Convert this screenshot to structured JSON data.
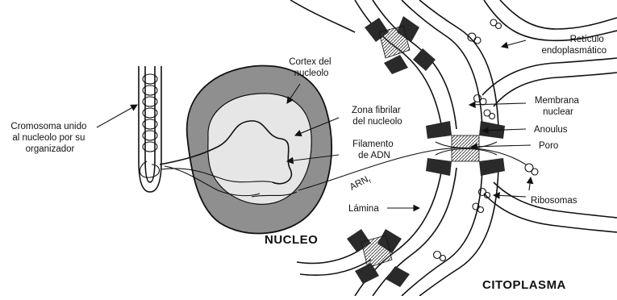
{
  "labels": {
    "cromosoma": [
      "Cromosoma unido",
      "al nucleolo por su",
      "organizador"
    ],
    "cortex": [
      "Cortex del",
      "nucleolo"
    ],
    "zona_fibrilar": [
      "Zona fibrilar",
      "del nucleolo"
    ],
    "filamento": [
      "Filamento",
      "de ADN"
    ],
    "arn": "ARN",
    "arn_sub": "r",
    "lamina": "Lámina",
    "reticulo": [
      "Retículo",
      "endoplasmático"
    ],
    "membrana": [
      "Membrana",
      "nuclear"
    ],
    "anoulus": "Anoulus",
    "poro": "Poro",
    "ribosomas": "Ribosomas"
  },
  "regions": {
    "nucleo": "NUCLEO",
    "citoplasma": "CITOPLASMA"
  },
  "colors": {
    "ink": "#111111",
    "cortex_fill": "#8f8f8f",
    "inner_fill": "#e6e6e6",
    "pore_dark": "#2a2a2a"
  }
}
